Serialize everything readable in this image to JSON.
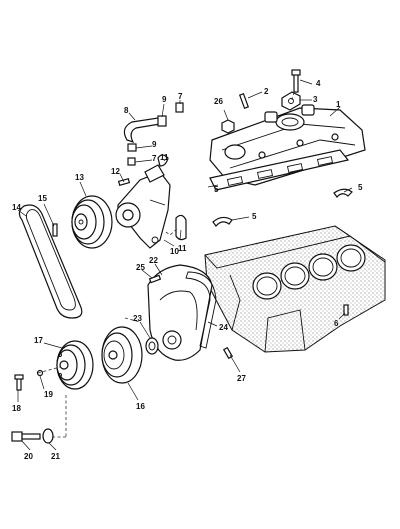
{
  "diagram": {
    "type": "exploded-parts-view",
    "callouts": [
      "1",
      "2",
      "3",
      "4",
      "5",
      "5",
      "5",
      "5",
      "6",
      "7",
      "7",
      "8",
      "9",
      "9",
      "10",
      "11",
      "11",
      "12",
      "13",
      "14",
      "15",
      "16",
      "17",
      "18",
      "19",
      "20",
      "21",
      "22",
      "23",
      "24",
      "25",
      "26",
      "27"
    ]
  }
}
